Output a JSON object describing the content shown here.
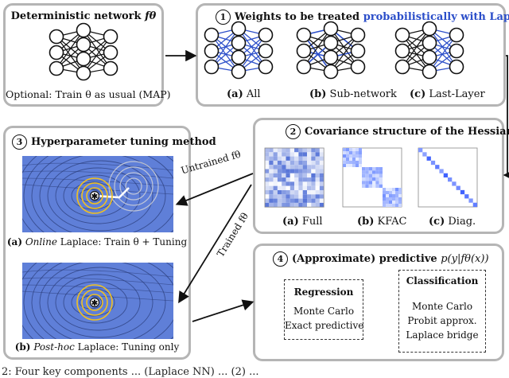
{
  "panel_det": {
    "title": "Deterministic network",
    "title_symbol": "fθ",
    "note": "Optional: Train θ as usual (MAP)"
  },
  "panel_weights": {
    "num": "1",
    "title_prefix": "Weights to be treated",
    "title_highlight": "probabilistically with Laplace",
    "highlight_color": "#2b4ec9",
    "options": [
      {
        "letter": "(a)",
        "label": "All"
      },
      {
        "letter": "(b)",
        "label": "Sub-network"
      },
      {
        "letter": "(c)",
        "label": "Last-Layer"
      }
    ]
  },
  "panel_cov": {
    "num": "2",
    "title": "Covariance structure of the Hessian",
    "options": [
      {
        "letter": "(a)",
        "label": "Full"
      },
      {
        "letter": "(b)",
        "label": "KFAC"
      },
      {
        "letter": "(c)",
        "label": "Diag."
      }
    ]
  },
  "panel_hyper": {
    "num": "3",
    "title": "Hyperparameter tuning method",
    "online_caption": {
      "letter": "(a)",
      "italic": "Online",
      "rest": "Laplace: Train θ + Tuning"
    },
    "posthoc_caption": {
      "letter": "(b)",
      "italic": "Post-hoc",
      "rest": "Laplace: Tuning only"
    }
  },
  "panel_pred": {
    "num": "4",
    "title": "(Approximate) predictive",
    "title_formula": "p(y|fθ(x))",
    "regression": {
      "title": "Regression",
      "items": [
        "Monte Carlo",
        "Exact predictive"
      ]
    },
    "classification": {
      "title": "Classification",
      "items": [
        "Monte Carlo",
        "Probit approx.",
        "Laplace bridge"
      ]
    }
  },
  "arrows": {
    "untrained": "Untrained fθ",
    "trained": "Trained fθ"
  },
  "colors": {
    "panel_border": "#b5b5b5",
    "contour_bg": "#5f7fd8",
    "blue_edges": "#2b4ec9"
  },
  "caption_fragment": "2: Four key components ... (Laplace NN) ... (2) ..."
}
